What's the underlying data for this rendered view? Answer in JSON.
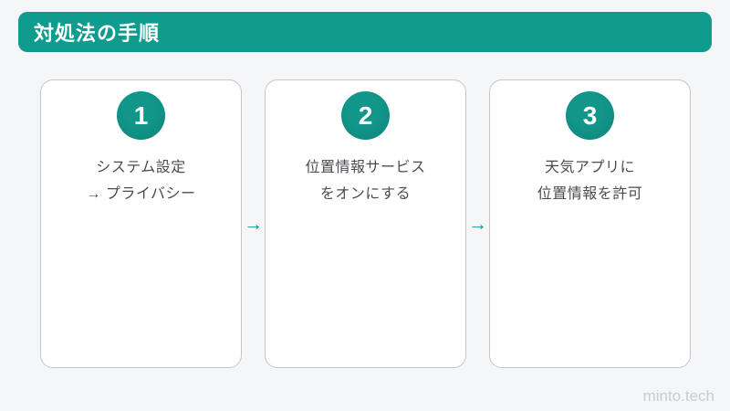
{
  "page": {
    "background": "#f5f6f8",
    "accent": "#0f9b8e",
    "watermark": "minto.tech"
  },
  "header": {
    "title": "対処法の手順"
  },
  "arrow_glyph": "→",
  "steps": [
    {
      "number": "1",
      "lines": [
        "システム設定",
        "→ プライバシー"
      ]
    },
    {
      "number": "2",
      "lines": [
        "位置情報サービス",
        "をオンにする"
      ]
    },
    {
      "number": "3",
      "lines": [
        "天気アプリに",
        "位置情報を許可"
      ]
    }
  ]
}
